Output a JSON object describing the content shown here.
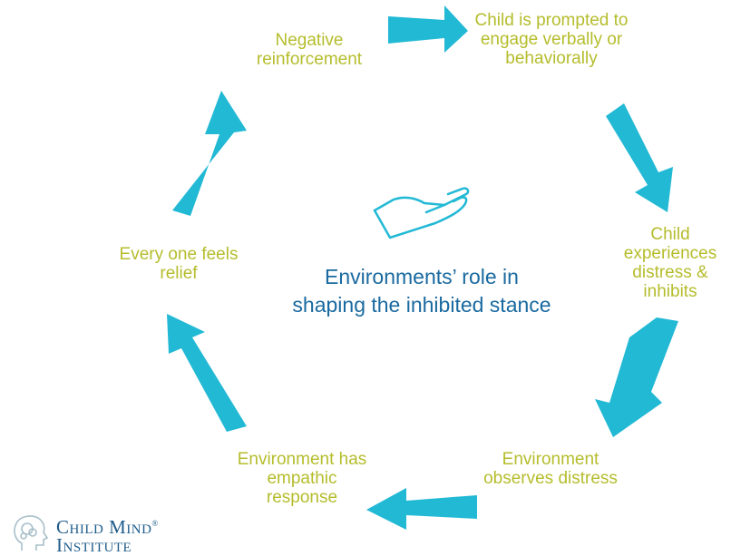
{
  "diagram": {
    "center_title": "Environments’ role in shaping the inhibited stance",
    "steps": [
      {
        "label": "Negative reinforcement"
      },
      {
        "label": "Child is prompted to engage verbally or behaviorally"
      },
      {
        "label": "Child experiences distress & inhibits"
      },
      {
        "label": "Environment observes distress"
      },
      {
        "label": "Environment has empathic response"
      },
      {
        "label": "Every one feels relief"
      }
    ],
    "arrow_color": "#22b9d5",
    "step_text_color": "#b5bd2c",
    "center_text_color": "#1a6aa0",
    "center_icon": "open-hand-icon"
  },
  "logo": {
    "line1": "Child Mind",
    "registered": "®",
    "line2": "Institute",
    "icon": "head-profile-icon"
  }
}
